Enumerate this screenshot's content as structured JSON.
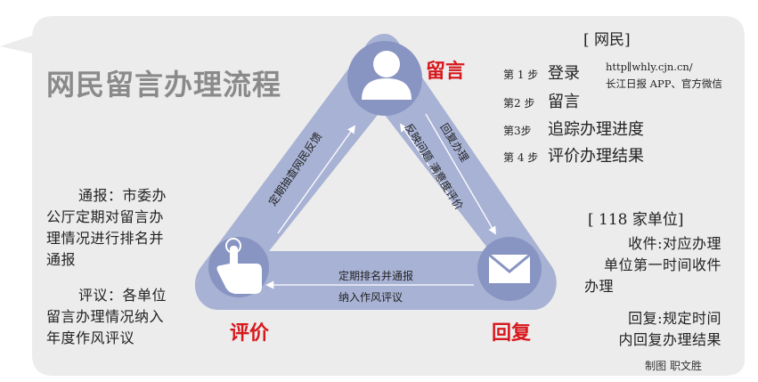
{
  "title": "网民留言办理流程",
  "nodes": {
    "leave_message": "留言",
    "reply": "回复",
    "evaluate": "评价"
  },
  "edges": {
    "left": "定期抽查网民反馈",
    "right_outer": "回复办理",
    "right_inner": "反映问题 满意度评价",
    "bottom_top": "定期排名并通报",
    "bottom_bottom": "纳入作风评议"
  },
  "netizen": {
    "header": "[ 网民]",
    "steps": [
      {
        "no": "第 1 步",
        "text": "登录"
      },
      {
        "no": "第2 步",
        "text": "留言"
      },
      {
        "no": "第3步",
        "text": "追踪办理进度"
      },
      {
        "no": "第 4 步",
        "text": "评价办理结果"
      }
    ],
    "url": "http∥whly.cjn.cn/",
    "channels": "长江日报 APP、官方微信"
  },
  "units": {
    "header": "[ 118 家单位]",
    "receive": [
      "收件:对应办理",
      "单位第一时间收件",
      "办理"
    ],
    "reply": [
      "回复:规定时间",
      "内回复办理结果"
    ]
  },
  "left_text": {
    "notice": [
      "通报：市委办",
      "公厅定期对留言办",
      "理情况进行排名并",
      "通报"
    ],
    "review": [
      "评议：各单位",
      "留言办理情况纳入",
      "年度作风评议"
    ]
  },
  "credit": "制图  职文胜",
  "colors": {
    "bubble": "#ececec",
    "triangle": "#a8b2d4",
    "circle": "#8894c2",
    "accent_red": "#d8171c",
    "title_gray": "#8a8a8a"
  }
}
